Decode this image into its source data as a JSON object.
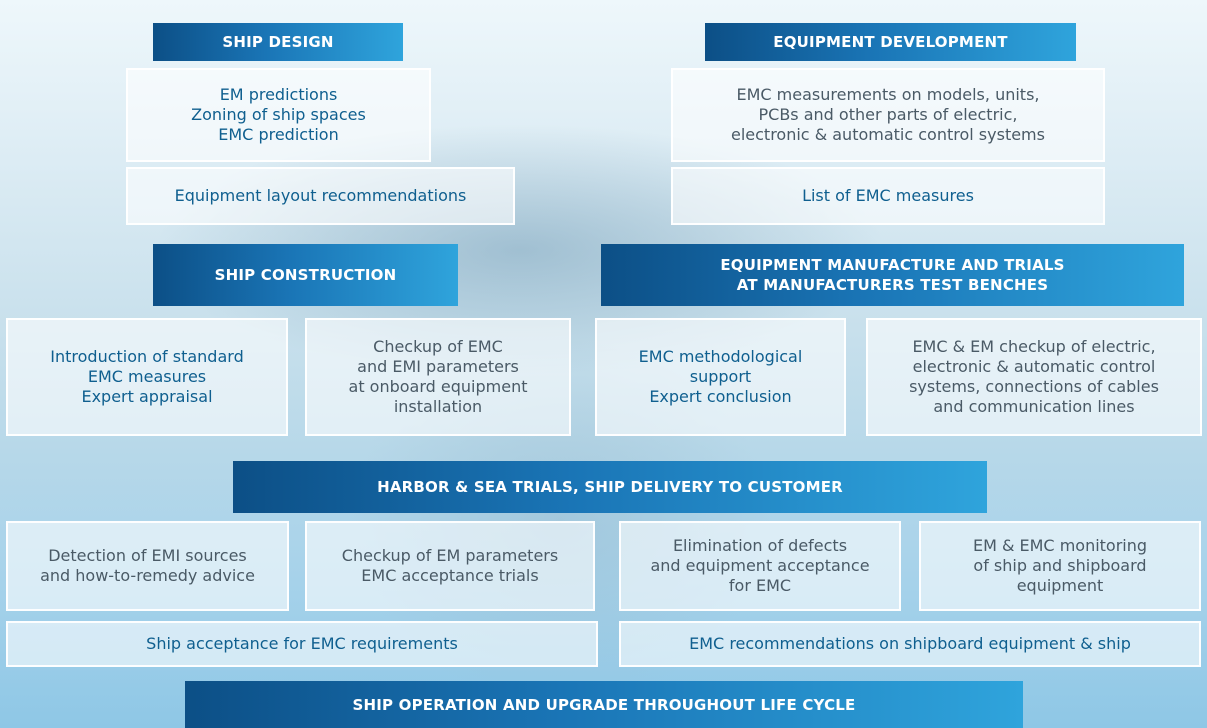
{
  "headers": {
    "ship_design": "SHIP DESIGN",
    "equipment_development": "EQUIPMENT DEVELOPMENT",
    "ship_construction": "SHIP CONSTRUCTION",
    "manufacture_line1": "EQUIPMENT MANUFACTURE AND TRIALS",
    "manufacture_line2": "AT MANUFACTURERS TEST BENCHES",
    "harbor_sea_trials": "HARBOR & SEA TRIALS, SHIP DELIVERY TO CUSTOMER",
    "ship_operation": "SHIP OPERATION AND UPGRADE THROUGHOUT LIFE CYCLE"
  },
  "ship_design": {
    "predictions": [
      "EM predictions",
      "Zoning of ship spaces",
      "EMC prediction"
    ],
    "layout": "Equipment layout recommendations"
  },
  "equipment_development": {
    "measurements": [
      "EMC measurements on models, units,",
      "PCBs and other parts of electric,",
      "electronic & automatic control systems"
    ],
    "measures": "List of EMC measures"
  },
  "ship_construction": {
    "standard": [
      "Introduction of standard",
      "EMC measures",
      "Expert appraisal"
    ],
    "checkup": [
      "Checkup of EMC",
      "and EMI parameters",
      "at onboard equipment",
      "installation"
    ]
  },
  "manufacture": {
    "support": [
      "EMC methodological",
      "support",
      "Expert conclusion"
    ],
    "checkup": [
      "EMC & EM checkup of  electric,",
      "electronic & automatic control",
      "systems, connections of cables",
      "and communication lines"
    ]
  },
  "trials": {
    "detection": [
      "Detection of EMI sources",
      "and how-to-remedy advice"
    ],
    "checkup": [
      "Checkup of EM parameters",
      "EMC acceptance trials"
    ],
    "elimination": [
      "Elimination of defects",
      "and equipment acceptance",
      "for EMC"
    ],
    "monitoring": [
      "EM & EMC monitoring",
      "of ship and shipboard",
      "equipment"
    ],
    "acceptance": "Ship acceptance for EMC requirements",
    "recommendations": "EMC recommendations on shipboard equipment & ship"
  },
  "colors": {
    "header_dark": "#0c4f86",
    "header_light": "#2fa4dc",
    "box_text_blue": "#0f5f8f",
    "box_text_gray": "#4a5a66"
  }
}
